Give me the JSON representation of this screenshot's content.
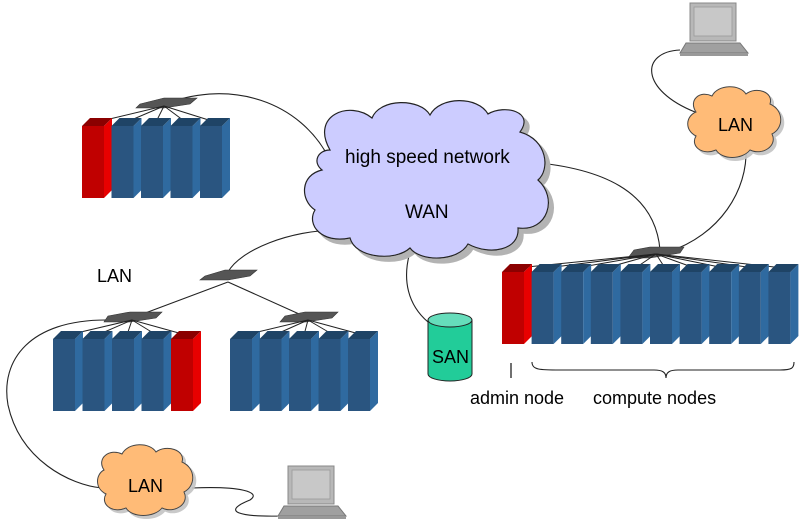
{
  "title": "Cluster network topology",
  "colors": {
    "wan_cloud": "#ccccff",
    "lan_cloud": "#ffbb77",
    "san": "#22cc99",
    "san_top": "#66ddbb",
    "compute_node": "#2a5580",
    "compute_node_side": "#2f6aa0",
    "compute_node_top": "#1f4466",
    "admin_node": "#c00000",
    "admin_node_side": "#e80000",
    "admin_node_top": "#8b0000",
    "switch": "#555555",
    "laptop": "#b8b8b8"
  },
  "wan": {
    "line1": "high speed network",
    "line2": "WAN"
  },
  "san": {
    "label": "SAN"
  },
  "lans": [
    {
      "id": "top-right",
      "label": "LAN"
    },
    {
      "id": "bottom-left",
      "label": "LAN"
    }
  ],
  "cluster_lan_label": "LAN",
  "clusters": [
    {
      "id": "top-left",
      "nodes": [
        "admin",
        "compute",
        "compute",
        "compute",
        "compute"
      ]
    },
    {
      "id": "left-a",
      "nodes": [
        "compute",
        "compute",
        "compute",
        "compute",
        "admin"
      ]
    },
    {
      "id": "left-b",
      "nodes": [
        "compute",
        "compute",
        "compute",
        "compute",
        "compute"
      ]
    },
    {
      "id": "right",
      "nodes": [
        "admin",
        "compute",
        "compute",
        "compute",
        "compute",
        "compute",
        "compute",
        "compute",
        "compute",
        "compute"
      ]
    }
  ],
  "legend": {
    "admin": "admin node",
    "compute": "compute nodes"
  },
  "laptops": [
    {
      "id": "top-right"
    },
    {
      "id": "bottom"
    }
  ]
}
